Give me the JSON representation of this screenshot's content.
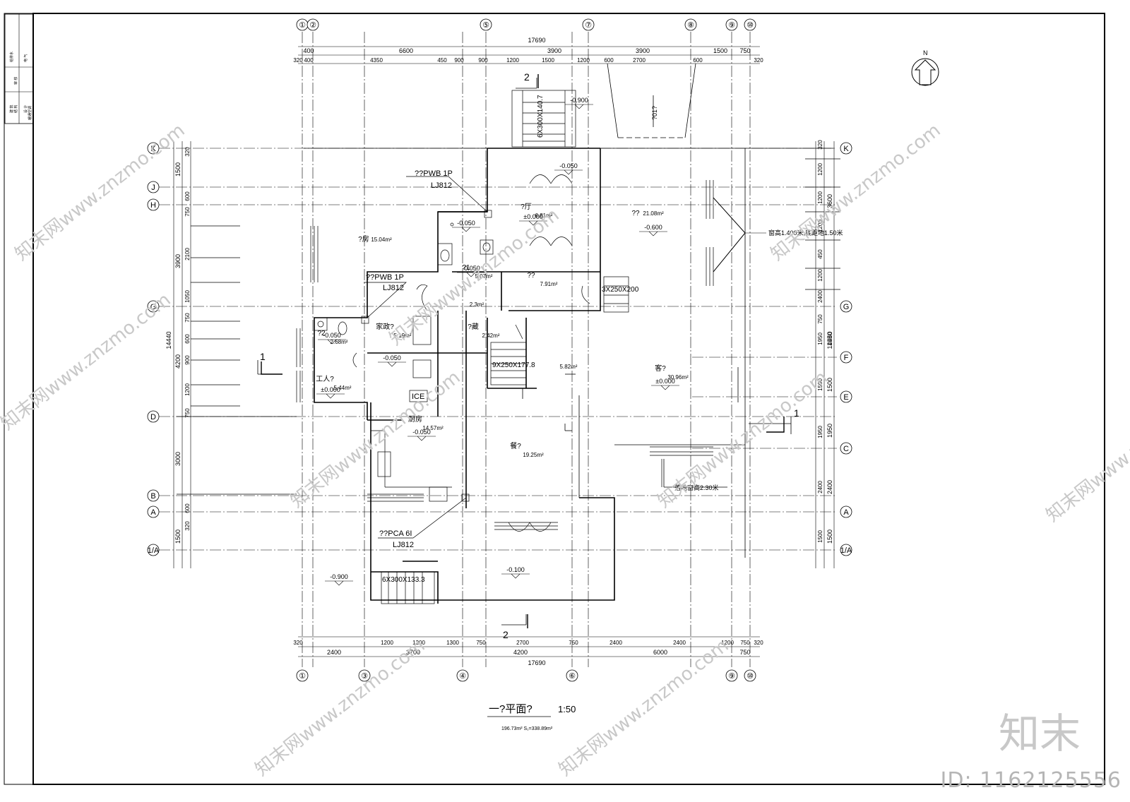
{
  "title": {
    "main": "一?平面?",
    "scale": "1:50",
    "area": "196.73m²  S₁=338.89m²"
  },
  "north_label": "N",
  "title_block": [
    "建 筑",
    "结 构",
    "设 计",
    "给排水",
    "电 气",
    "暖通空调",
    "审 核"
  ],
  "axes_top": [
    "①",
    "②",
    "⑤",
    "⑦",
    "⑧",
    "⑨",
    "⑩"
  ],
  "axes_bottom": [
    "①",
    "③",
    "④",
    "⑥",
    "⑨",
    "⑩"
  ],
  "axes_left": [
    "K",
    "J",
    "H",
    "G",
    "D",
    "B",
    "A",
    "1/A"
  ],
  "axes_right": [
    "K",
    "G",
    "F",
    "E",
    "C",
    "A",
    "1/A"
  ],
  "top_dims": {
    "total": "17690",
    "row1": [
      "400",
      "6600",
      "3900",
      "3900",
      "1500",
      "750"
    ],
    "row2": [
      "320",
      "400",
      "4350",
      "450",
      "900",
      "900",
      "1200",
      "1500",
      "1200",
      "600",
      "2700",
      "600",
      "320"
    ]
  },
  "bottom_dims": {
    "total": "17690",
    "row1": [
      "2400",
      "3700",
      "4200",
      "6000",
      "750"
    ],
    "row2": [
      "320",
      "1200",
      "1200",
      "1300",
      "750",
      "2700",
      "750",
      "2400",
      "2400",
      "1200",
      "750",
      "320"
    ]
  },
  "left_dims": {
    "total": "14440",
    "row1": [
      "1500",
      "3900",
      "4200",
      "3000",
      "1500"
    ],
    "row2": [
      "320",
      "600",
      "750",
      "2100",
      "1050",
      "750",
      "600",
      "900",
      "1200",
      "750",
      "600",
      "320"
    ]
  },
  "right_dims": {
    "total": "14440",
    "row1": [
      "3600",
      "1950",
      "1500",
      "1950",
      "2400",
      "1500"
    ],
    "row2": [
      "320",
      "1200",
      "1200",
      "1200",
      "450",
      "1200",
      "2400",
      "750",
      "1950",
      "1500",
      "1950",
      "2400",
      "1500"
    ]
  },
  "rooms": [
    {
      "name": "?房",
      "area": "15.04m²"
    },
    {
      "name": "??",
      "area": "21.08m²"
    },
    {
      "name": "?厅",
      "area": "6.81m²"
    },
    {
      "name": "??",
      "area": "7.91m²"
    },
    {
      "name": "?1",
      "area": "5.07m²"
    },
    {
      "name": "",
      "area": "2.3m²"
    },
    {
      "name": "?2",
      "area": "2.68m²"
    },
    {
      "name": "家政?",
      "area": "5.19m²"
    },
    {
      "name": "?藏",
      "area": "2.42m²"
    },
    {
      "name": "",
      "area": "5.82m²"
    },
    {
      "name": "客?",
      "area": "30.96m²"
    },
    {
      "name": "工人?",
      "area": "5.44m²"
    },
    {
      "name": "厨房",
      "area": "14.57m²"
    },
    {
      "name": "餐?",
      "area": "19.25m²"
    }
  ],
  "levels": [
    "-0.900",
    "-0.050",
    "±0.000",
    "-0.050",
    "-0.600",
    "-0.050",
    "±0.000",
    "-0.050",
    "-0.050",
    "±0.000",
    "-0.050",
    "±0.000",
    "-0.900",
    "-0.100"
  ],
  "stairs": [
    "6X300X140.7",
    "9X250X177.8",
    "3X250X200",
    "6X300X133.3"
  ],
  "equipment": [
    {
      "code": "??PWB 1P",
      "model": "LJ812"
    },
    {
      "code": "??PWB 1P",
      "model": "LJ812"
    },
    {
      "code": "??PCA 6I",
      "model": "LJ812"
    }
  ],
  "notes": {
    "window_high": "窗高1.400米,底距地1.50米",
    "floor_window": "落地窗高2.30米",
    "ice": "ICE",
    "pool": "?01?"
  },
  "section_marks": [
    "1",
    "1",
    "2",
    "2"
  ],
  "watermark": "知末网www.znzmo.com",
  "brand": "知末",
  "id_text": "ID: 1162125556"
}
